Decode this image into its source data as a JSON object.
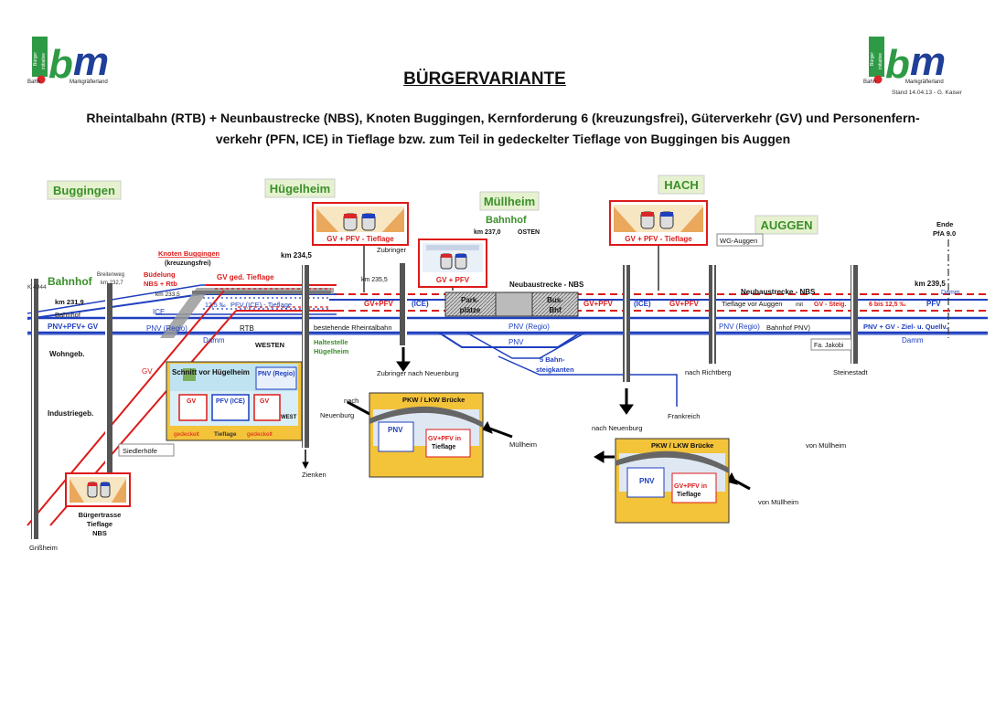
{
  "header": {
    "title": "BÜRGERVARIANTE",
    "subtitle_line1": "Rheintalbahn (RTB) + Neunbaustrecke (NBS), Knoten Buggingen, Kernforderung 6 (kreuzungsfrei), Güterverkehr (GV) und Personenfern-",
    "subtitle_line2": "verkehr (PFN, ICE) in Tieflage bzw. zum Teil in gedeckelter Tieflage von Buggingen bis Auggen",
    "stand": "Stand 14.04.13 - G. Kaiser"
  },
  "logo": {
    "letters": "lbm",
    "left_words": [
      "Bahn",
      "Markgräflerland"
    ],
    "vertical": [
      "Bürger",
      "initiative"
    ],
    "accent": "#d8262b",
    "green": "#2e9a45",
    "blue": "#1f3f99"
  },
  "colors": {
    "blue": "#1f3fbf",
    "red": "#dd1a1a",
    "green_box": "#3a8f2a",
    "yellow": "#f5c518",
    "label_green_bg": "#e6f2cf",
    "ground": "#f3c33a"
  },
  "towns": {
    "buggingen": "Buggingen",
    "huegelheim": "Hügelheim",
    "muellheim": "Müllheim",
    "hach": "HACH",
    "auggen": "AUGGEN"
  },
  "labels": {
    "bahnhof_left": "Bahnhof",
    "k4944": "K 4944",
    "km_231_9": "km 231,9",
    "bahnhof_small": "Bahnhof",
    "pnv_pfv_gv": "PNV+PFV+ GV",
    "breitenweg": "Breitenweg",
    "km_232_7": "km 232,7",
    "wohngeb": "Wohngeb.",
    "industriegeb": "Industriegeb.",
    "siedlerhoefe": "Siedlerhöfe",
    "griessheim": "Grißheim",
    "buergertrasse": [
      "Bürgertrasse",
      "Tieflage",
      "NBS"
    ],
    "knoten": "Knoten Buggingen",
    "kreuzungsfrei": "(kreuzungsfrei)",
    "buedelung": "Büdelung",
    "nbs_rtb": "NBS + Rtb",
    "km_233_5": "km 233,5",
    "gv_ged": "GV ged. Tieflage",
    "ice_left": "ICE",
    "pnv_regio_left": "PNV (Regio)",
    "rtb": "RTB",
    "damm_left": "Damm",
    "km_234_5": "km 234,5",
    "pfv_ice_tieflage": "PFV (ICE) - Tieflage",
    "steig_125": "12,5 ‰",
    "westen": "WESTEN",
    "gv_left": "GV",
    "haltestelle": "Haltestelle",
    "huegelheim_hs": "Hügelheim",
    "bestehende": "bestehende Rheintalbahn",
    "zubringer_top": "Zubringer",
    "km_235_5": "km 235,5",
    "gv_pfv_red": "GV+PFV",
    "ice_mid": "(ICE)",
    "zubringer_neuenburg": "Zubringer nach Neuenburg",
    "zienken": "Zienken",
    "bahnhof_mid": "Bahnhof",
    "km_237_0": "km 237,0",
    "osten": "OSTEN",
    "parkplaetze": "Park-plätze",
    "busbhf": "Bus-Bhf",
    "neubau_nbs": "Neubaustrecke  -  NBS",
    "pnv_regio_mid": "PNV (Regio)",
    "pnv_mid": "PNV",
    "bahnsteig": "5 Bahn-steigkanten",
    "gv_pfv_mid": "GV+PFV",
    "ice_mid2": "(ICE)",
    "gv_pfv_mid2": "GV+PFV",
    "tieflage_auggen": "Tieflage vor Auggen",
    "mit": "mit",
    "gv_steig": "GV - Steig.",
    "steig_6_12": "6 bis 12,5 ‰",
    "pfv_right": "PFV",
    "neubau_nbs_right": "Neubaustrecke  -  NBS",
    "km_239_5": "km 239,5",
    "damm_right": "Damm",
    "pnv_regio_right": "PNV (Regio)",
    "bahnhof_pnv": "Bahnhof PNV)",
    "pnv_gv_ziel": "PNV + GV - Ziel- u. Quellv.",
    "damm_right2": "Damm",
    "ende": "Ende",
    "pfa": "PfA 9.0",
    "wg_auggen": "WG-Auggen",
    "fa_jakobi": "Fa. Jakobi",
    "nach_richtberg": "nach Richtberg",
    "steinestadt": "Steinestadt",
    "frankreich": "Frankreich",
    "nach_neuenburg_mid": "nach Neuenburg",
    "nach": "nach",
    "neuenburg": "Neuenburg",
    "muellheim_small": "Müllheim",
    "von_muellheim": "von Müllheim",
    "von_muellheim2": "von Müllheim"
  },
  "panels": {
    "picto_label": "GV + PFV - Tieflage",
    "picto_label_hach": "GV + PFV - Tieflage",
    "muellheim_picto": "GV + PFV",
    "bridge_title": "PKW / LKW Brücke",
    "bridge_title2": "PKW / LKW Brücke",
    "bridge_pnv": "PNV",
    "bridge_gvpfv": "GV+PFV in",
    "bridge_tief": "Tieflage",
    "bridge_pnv2": "PNV",
    "bridge_gvpfv2": "GV+PFV in",
    "bridge_tief2": "Tieflage",
    "schnitt_title": "Schnitt vor Hügelheim",
    "schnitt_pnv": "PNV (Regio)",
    "schnitt_gv": "GV",
    "schnitt_pfv": "PFV (ICE)",
    "schnitt_gv2": "GV",
    "schnitt_west": "WEST",
    "schnitt_gedeckelt": "gedeckelt",
    "schnitt_tieflage": "Tieflage",
    "schnitt_gedeckelt2": "gedeckelt"
  }
}
